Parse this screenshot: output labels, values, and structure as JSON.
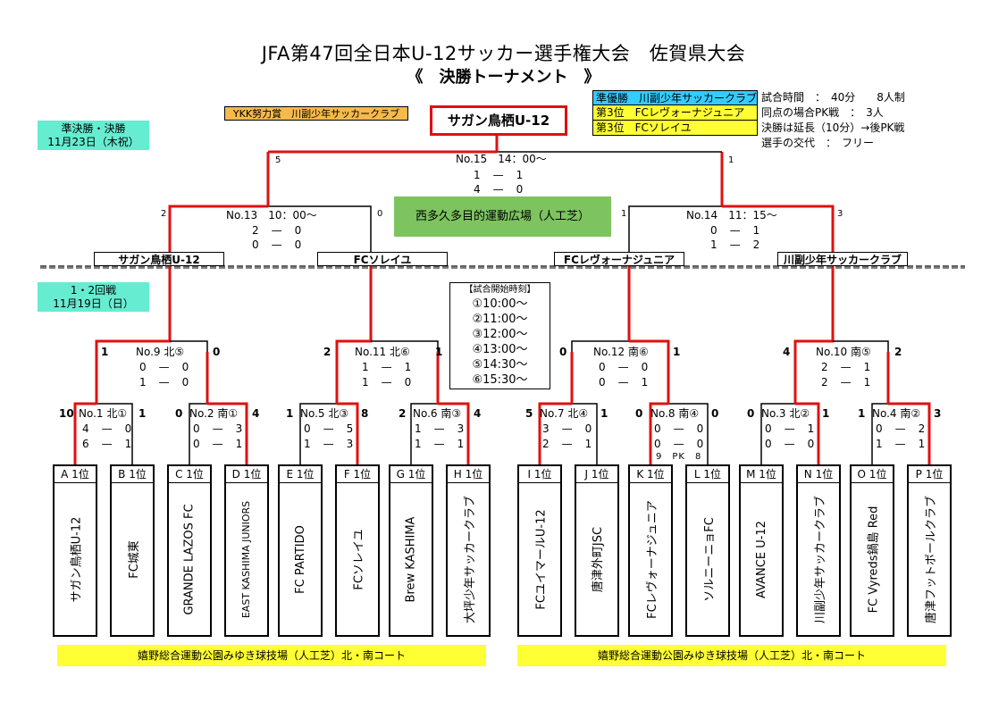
{
  "title": "JFA第47回全日本U-12サッカー選手権大会　佐賀県大会",
  "subtitle": "《　決勝トーナメント　》",
  "semis_label": {
    "line1": "準決勝・決勝",
    "line2": "11月23日（木祝）"
  },
  "early_label": {
    "line1": "1・2回戦",
    "line2": "11月19日（日）"
  },
  "effort_award": "YKK努力賞　川副少年サッカークラブ",
  "champion": "サガン鳥栖U-12",
  "placings": [
    "準優勝　川副少年サッカークラブ",
    "第3位　FCレヴォーナジュニア",
    "第3位　FCソレイユ"
  ],
  "conditions": [
    "試合時間　：　40分　　8人制",
    "同点の場合PK戦　：　3人",
    "決勝は延長（10分）→後PK戦",
    "選手の交代　：　フリー"
  ],
  "venue_semis": "西多久多目的運動広場（人工芝）",
  "venue_early": [
    "嬉野総合運動公園みゆき球技場（人工芝）北・南コート",
    "嬉野総合運動公園みゆき球技場（人工芝）北・南コート"
  ],
  "start_times": {
    "header": "【試合開始時刻】",
    "times": [
      "①10:00～",
      "②11:00～",
      "③12:00～",
      "④13:00～",
      "⑤14:30～",
      "⑥15:30～"
    ]
  },
  "final": {
    "header": "No.15　14：00～",
    "left": "5",
    "right": "1",
    "s1": "1　—　1",
    "s2": "4　—　0"
  },
  "semis": [
    {
      "header": "No.13　10：00～",
      "left": "2",
      "right": "0",
      "s1": "2　—　0",
      "s2": "0　—　0"
    },
    {
      "header": "No.14　11：15～",
      "left": "1",
      "right": "3",
      "s1": "0　—　1",
      "s2": "1　—　2"
    }
  ],
  "semi_teams": [
    "サガン鳥栖U-12",
    "FCソレイユ",
    "FCレヴォーナジュニア",
    "川副少年サッカークラブ"
  ],
  "round2": [
    {
      "header": "No.9  北⑤",
      "left": "1",
      "right": "0",
      "s1": "0　—　0",
      "s2": "1　—　0"
    },
    {
      "header": "No.11 北⑥",
      "left": "2",
      "right": "1",
      "s1": "1　—　1",
      "s2": "1　—　0"
    },
    {
      "header": "No.12 南⑥",
      "left": "0",
      "right": "1",
      "s1": "0　—　0",
      "s2": "0　—　1"
    },
    {
      "header": "No.10 南⑤",
      "left": "4",
      "right": "2",
      "s1": "2　—　1",
      "s2": "2　—　1"
    }
  ],
  "round1": [
    {
      "header": "No.1  北①",
      "left": "10",
      "right": "1",
      "s1": "4　—　0",
      "s2": "6　—　1",
      "pk": ""
    },
    {
      "header": "No.2  南①",
      "left": "0",
      "right": "4",
      "s1": "0　—　3",
      "s2": "0　—　1",
      "pk": ""
    },
    {
      "header": "No.5  北③",
      "left": "1",
      "right": "8",
      "s1": "0　—　5",
      "s2": "1　—　3",
      "pk": ""
    },
    {
      "header": "No.6  南③",
      "left": "2",
      "right": "4",
      "s1": "1　—　3",
      "s2": "1　—　1",
      "pk": ""
    },
    {
      "header": "No.7  北④",
      "left": "5",
      "right": "1",
      "s1": "3　—　0",
      "s2": "2　—　1",
      "pk": ""
    },
    {
      "header": "No.8  南④",
      "left": "0",
      "right": "0",
      "s1": "0　—　0",
      "s2": "0　—　0",
      "pk": "9　PK　8"
    },
    {
      "header": "No.3  北②",
      "left": "0",
      "right": "1",
      "s1": "0　—　1",
      "s2": "0　—　0",
      "pk": ""
    },
    {
      "header": "No.4  南②",
      "left": "1",
      "right": "3",
      "s1": "0　—　2",
      "s2": "1　—　1",
      "pk": ""
    }
  ],
  "slots": [
    {
      "label": "A 1位",
      "team": "サガン鳥栖U-12"
    },
    {
      "label": "B 1位",
      "team": "FC城東"
    },
    {
      "label": "C 1位",
      "team": "GRANDE LAZOS FC"
    },
    {
      "label": "D 1位",
      "team": "EAST KASHIMA JUNIORS"
    },
    {
      "label": "E 1位",
      "team": "FC PARTIDO"
    },
    {
      "label": "F 1位",
      "team": "FCソレイユ"
    },
    {
      "label": "G 1位",
      "team": "Brew KASHIMA"
    },
    {
      "label": "H 1位",
      "team": "大坪少年サッカークラブ"
    },
    {
      "label": "I 1位",
      "team": "FCユイマールU-12"
    },
    {
      "label": "J 1位",
      "team": "唐津外町JSC"
    },
    {
      "label": "K 1位",
      "team": "FCレヴォーナジュニア"
    },
    {
      "label": "L 1位",
      "team": "ソルニーニョFC"
    },
    {
      "label": "M 1位",
      "team": "AVANCE U-12"
    },
    {
      "label": "N 1位",
      "team": "川副少年サッカークラブ"
    },
    {
      "label": "O 1位",
      "team": "FC Vyreds鍋島 Red"
    },
    {
      "label": "P 1位",
      "team": "唐津フットボールクラブ"
    }
  ],
  "colors": {
    "win_line": "#e01010",
    "line": "#000000",
    "teal": "#66ecd1",
    "orange": "#f7b94b",
    "green": "#7dc35f",
    "yellow": "#ffff33",
    "placings_blue": "#33ccff",
    "placings_yellow": "#ffff33"
  }
}
